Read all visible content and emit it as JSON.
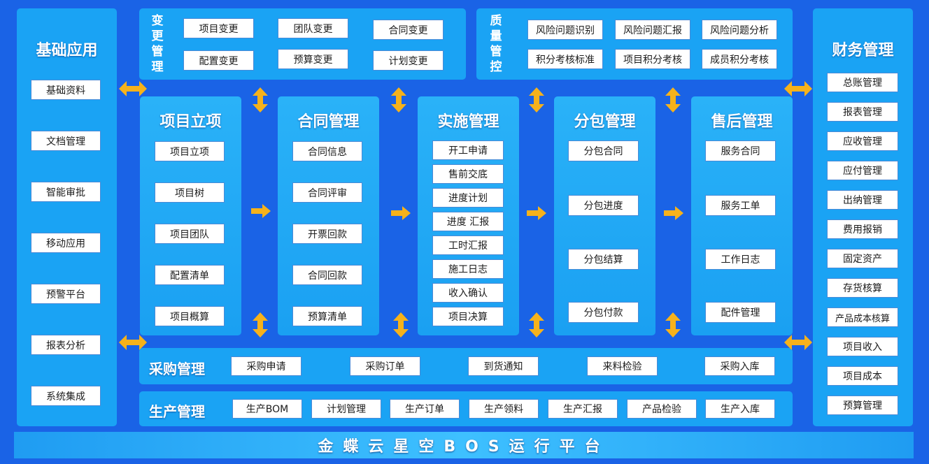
{
  "left_panel": {
    "title": "基础应用",
    "items": [
      "基础资料",
      "文档管理",
      "智能审批",
      "移动应用",
      "预警平台",
      "报表分析",
      "系统集成"
    ]
  },
  "right_panel": {
    "title": "财务管理",
    "items": [
      "总账管理",
      "报表管理",
      "应收管理",
      "应付管理",
      "出纳管理",
      "费用报销",
      "固定资产",
      "存货核算",
      "产品成本核算",
      "项目收入",
      "项目成本",
      "预算管理"
    ]
  },
  "change_mgmt": {
    "title": "变更管理",
    "items": [
      "项目变更",
      "团队变更",
      "合同变更",
      "配置变更",
      "预算变更",
      "计划变更"
    ]
  },
  "quality_mgmt": {
    "title": "质量管控",
    "items": [
      "风险问题识别",
      "风险问题汇报",
      "风险问题分析",
      "积分考核标准",
      "项目积分考核",
      "成员积分考核"
    ]
  },
  "columns": [
    {
      "title": "项目立项",
      "items": [
        "项目立项",
        "项目树",
        "项目团队",
        "配置清单",
        "项目概算"
      ]
    },
    {
      "title": "合同管理",
      "items": [
        "合同信息",
        "合同评审",
        "开票回款",
        "合同回款",
        "预算清单"
      ]
    },
    {
      "title": "实施管理",
      "items": [
        "开工申请",
        "售前交底",
        "进度计划",
        "进度 汇报",
        "工时汇报",
        "施工日志",
        "收入确认",
        "项目决算"
      ]
    },
    {
      "title": "分包管理",
      "items": [
        "分包合同",
        "分包进度",
        "分包结算",
        "分包付款"
      ]
    },
    {
      "title": "售后管理",
      "items": [
        "服务合同",
        "服务工单",
        "工作日志",
        "配件管理"
      ]
    }
  ],
  "purchase": {
    "title": "采购管理",
    "items": [
      "采购申请",
      "采购订单",
      "到货通知",
      "来料检验",
      "采购入库"
    ]
  },
  "production": {
    "title": "生产管理",
    "items": [
      "生产BOM",
      "计划管理",
      "生产订单",
      "生产领料",
      "生产汇报",
      "产品检验",
      "生产入库"
    ]
  },
  "footer": {
    "text": "金蝶云星空BOS运行平台"
  },
  "colors": {
    "background": "#1a63e6",
    "panel": "#1aa3f4",
    "arrow": "#f6b21b",
    "box_border": "#4a8ad6"
  }
}
